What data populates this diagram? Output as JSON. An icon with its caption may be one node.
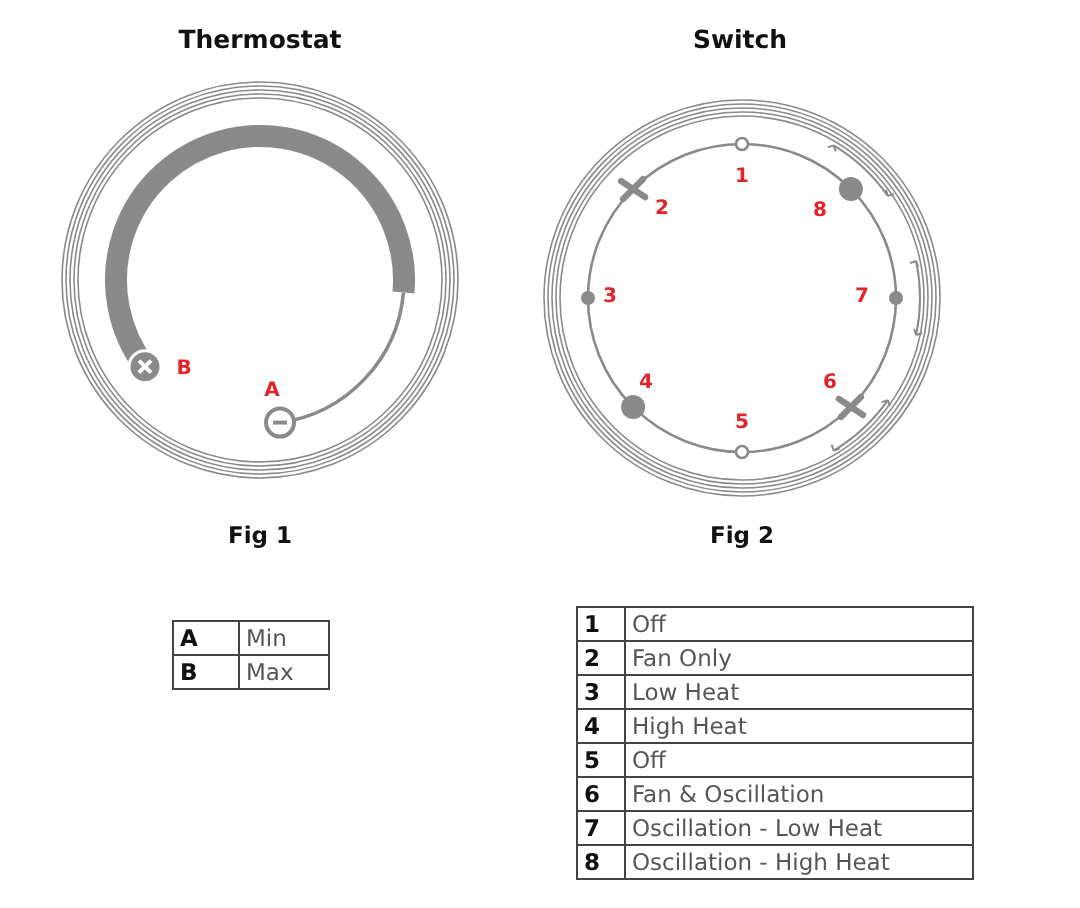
{
  "diagram": {
    "labels": [
      "Thermostat",
      "Switch",
      "1",
      "2",
      "8",
      "3",
      "7",
      "B",
      "4",
      "6",
      "A",
      "5",
      "Fig 1",
      "Fig 2",
      "A",
      "Min",
      "B",
      "Max",
      "1",
      "Off",
      "2",
      "Fan Only",
      "3",
      "Low Heat",
      "4",
      "High Heat",
      "5",
      "Off",
      "6",
      "Fan & Oscillation",
      "7",
      "Oscillation - Low Heat",
      "8",
      "Oscillation - High Heat"
    ]
  }
}
